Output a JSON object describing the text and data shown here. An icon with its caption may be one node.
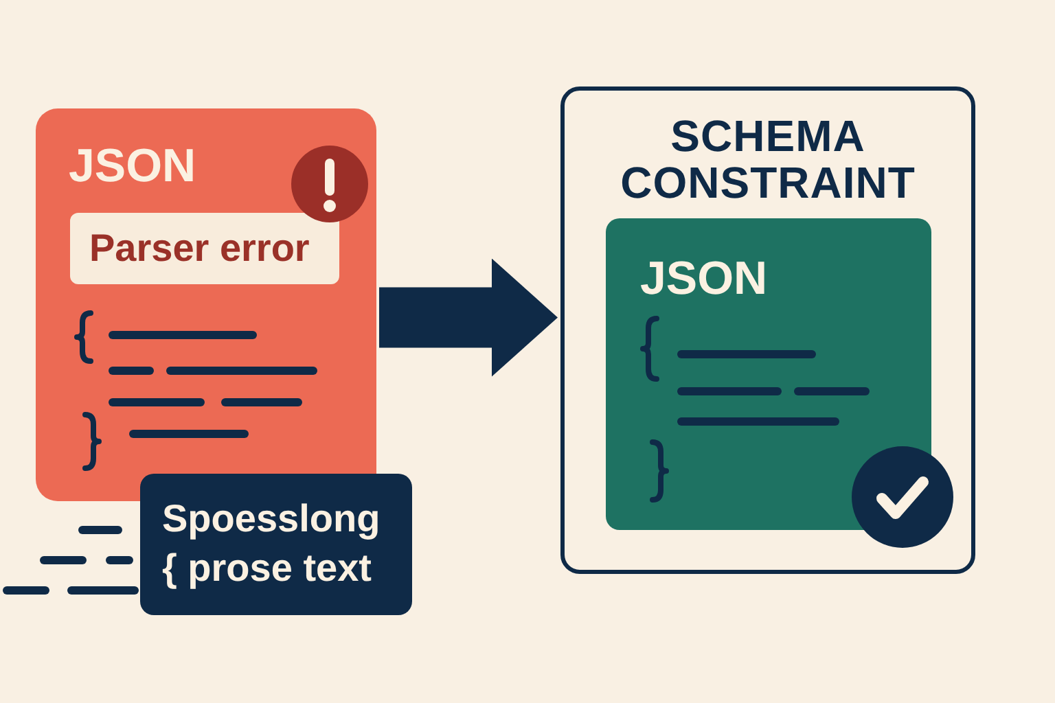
{
  "diagram": {
    "nodes": [
      {
        "text": [
          "JSON"
        ]
      },
      {
        "text": [
          "Parser error"
        ],
        "in": 0
      },
      {
        "text": [
          "Spoesslong { prose text"
        ]
      },
      {
        "text": [
          "SCHEMA CONSTRAINT"
        ]
      },
      {
        "text": [
          "JSON"
        ],
        "in": 3
      }
    ],
    "edges": [
      {
        "from": 0,
        "to": 3,
        "arrow": "to"
      }
    ]
  }
}
